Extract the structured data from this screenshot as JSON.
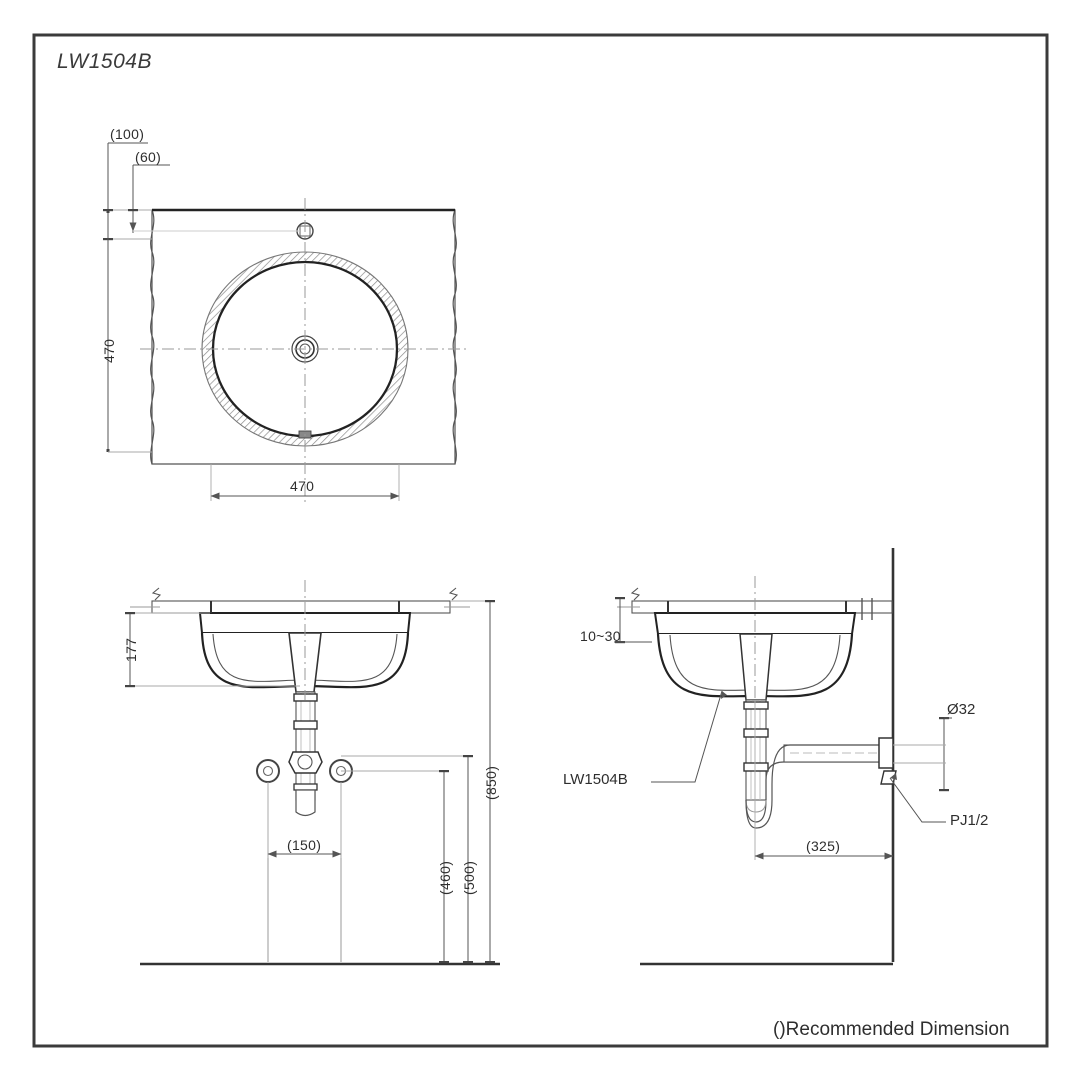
{
  "sheet": {
    "title": "LW1504B",
    "footer_note": "()Recommended Dimension",
    "border_color": "#3b3b3b",
    "line_color": "#555555",
    "object_color": "#222222",
    "bg_color": "#ffffff"
  },
  "top_view": {
    "name": "plan-view",
    "dimensions": {
      "faucet_to_edge": "(100)",
      "faucet_offset": "(60)",
      "height": "470",
      "width": "470"
    }
  },
  "front_view": {
    "name": "front-elevation",
    "dimensions": {
      "bowl_depth": "177",
      "valve_spread": "(150)",
      "trap_height": "(460)",
      "valve_height": "(500)",
      "counter_height": "(850)"
    }
  },
  "side_view": {
    "name": "side-elevation",
    "dimensions": {
      "counter_overhang": "10~30",
      "wall_to_bowl": "(325)"
    },
    "callouts": {
      "product": "LW1504B",
      "drain_pipe": "Ø32",
      "wall_connection": "PJ1/2"
    }
  }
}
